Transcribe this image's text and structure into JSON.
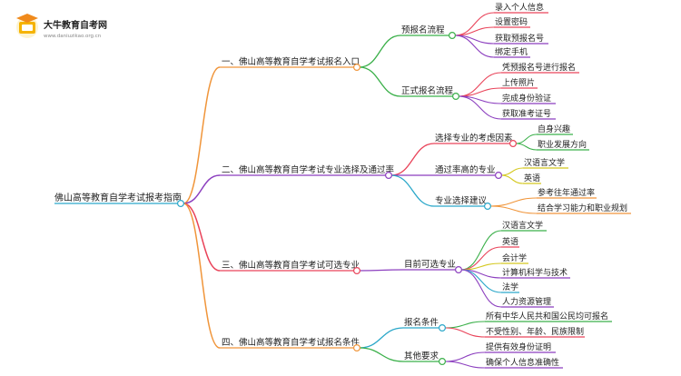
{
  "logo": {
    "name": "大牛教育自考网",
    "url": "www.daniuzikao.org.cn",
    "color": "#f5b300"
  },
  "root": {
    "label": "佛山高等教育自学考试报考指南",
    "color": "#2aa7c9"
  },
  "branches": [
    {
      "label": "一、佛山高等教育自学考试报名入口",
      "color": "#f0953a",
      "children": [
        {
          "label": "预报名流程",
          "color": "#3bb04a",
          "children": [
            {
              "label": "录入个人信息",
              "color": "#e9445a"
            },
            {
              "label": "设置密码",
              "color": "#e9445a"
            },
            {
              "label": "获取预报名号",
              "color": "#8c3fbf"
            },
            {
              "label": "绑定手机",
              "color": "#8c3fbf"
            }
          ]
        },
        {
          "label": "正式报名流程",
          "color": "#3bb04a",
          "children": [
            {
              "label": "凭预报名号进行报名",
              "color": "#e9445a"
            },
            {
              "label": "上传照片",
              "color": "#e9445a"
            },
            {
              "label": "完成身份验证",
              "color": "#8c3fbf"
            },
            {
              "label": "获取准考证号",
              "color": "#8c3fbf"
            }
          ]
        }
      ]
    },
    {
      "label": "二、佛山高等教育自学考试专业选择及通过率",
      "color": "#8c3fbf",
      "children": [
        {
          "label": "选择专业的考虑因素",
          "color": "#e9445a",
          "children": [
            {
              "label": "自身兴趣",
              "color": "#3bb04a"
            },
            {
              "label": "职业发展方向",
              "color": "#3bb04a"
            }
          ]
        },
        {
          "label": "通过率高的专业",
          "color": "#8c3fbf",
          "children": [
            {
              "label": "汉语言文学",
              "color": "#d4c81e"
            },
            {
              "label": "英语",
              "color": "#d4c81e"
            }
          ]
        },
        {
          "label": "专业选择建议",
          "color": "#2aa7c9",
          "children": [
            {
              "label": "参考往年通过率",
              "color": "#f0953a"
            },
            {
              "label": "结合学习能力和职业规划",
              "color": "#f0953a"
            }
          ]
        }
      ]
    },
    {
      "label": "三、佛山高等教育自学考试可选专业",
      "color": "#e9445a",
      "children": [
        {
          "label": "目前可选专业",
          "color": "#8c3fbf",
          "children": [
            {
              "label": "汉语言文学",
              "color": "#3bb04a"
            },
            {
              "label": "英语",
              "color": "#e9445a"
            },
            {
              "label": "会计学",
              "color": "#d4c81e"
            },
            {
              "label": "计算机科学与技术",
              "color": "#8c3fbf"
            },
            {
              "label": "法学",
              "color": "#2aa7c9"
            },
            {
              "label": "人力资源管理",
              "color": "#8c3fbf"
            }
          ]
        }
      ]
    },
    {
      "label": "四、佛山高等教育自学考试报名条件",
      "color": "#f0953a",
      "children": [
        {
          "label": "报名条件",
          "color": "#2aa7c9",
          "children": [
            {
              "label": "所有中华人民共和国公民均可报名",
              "color": "#3bb04a"
            },
            {
              "label": "不受性别、年龄、民族限制",
              "color": "#e9445a"
            }
          ]
        },
        {
          "label": "其他要求",
          "color": "#3bb04a",
          "children": [
            {
              "label": "提供有效身份证明",
              "color": "#8c3fbf"
            },
            {
              "label": "确保个人信息准确性",
              "color": "#8c3fbf"
            }
          ]
        }
      ]
    }
  ]
}
